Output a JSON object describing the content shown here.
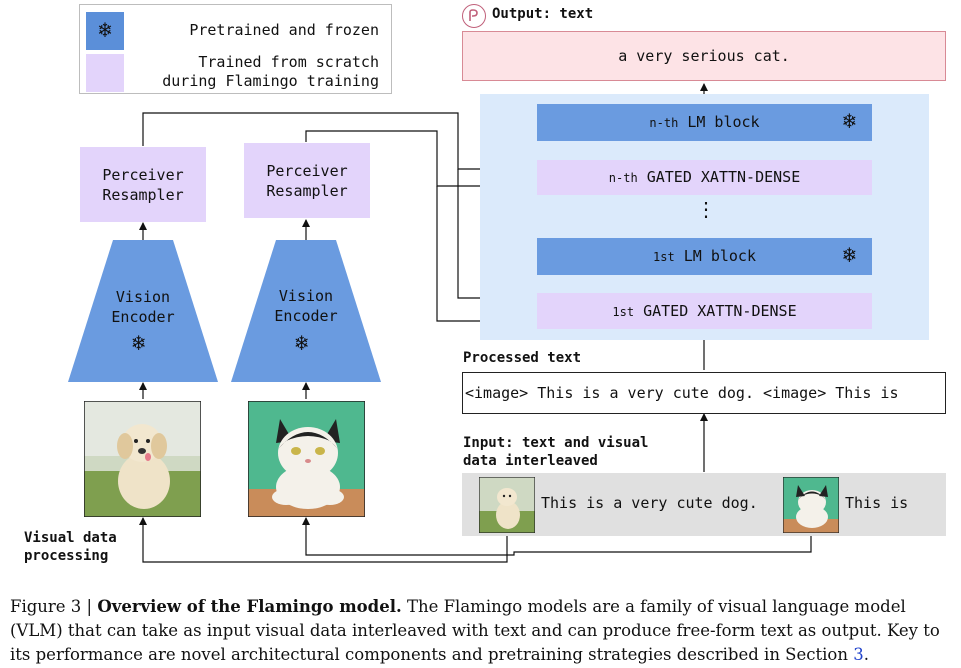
{
  "legend": {
    "frozen_label": "Pretrained and frozen",
    "trained_label": "Trained from scratch\nduring Flamingo training"
  },
  "output": {
    "label": "Output: text",
    "text": "a very serious cat."
  },
  "lm_stack": {
    "nth_lm_prefix": "n-th",
    "nth_lm_label": "LM block",
    "nth_xattn_prefix": "n-th",
    "nth_xattn_label": "GATED XATTN-DENSE",
    "first_lm_prefix": "1st",
    "first_lm_label": "LM block",
    "first_xattn_prefix": "1st",
    "first_xattn_label": "GATED XATTN-DENSE",
    "ellipsis": "⋮"
  },
  "vision": {
    "perceiver_label": "Perceiver\nResampler",
    "encoder_label": "Vision\nEncoder",
    "processing_label": "Visual data\nprocessing"
  },
  "processed_text": {
    "label": "Processed text",
    "text": "<image> This is a very cute dog. <image> This is"
  },
  "input": {
    "label": "Input: text and visual\ndata interleaved",
    "text_1": "This is a very cute dog.",
    "text_2": "This is"
  },
  "caption": {
    "prefix": "Figure 3 | ",
    "title": "Overview of the Flamingo model.",
    "body": " The Flamingo models are a family of visual language model (VLM) that can take as input visual data interleaved with text and can produce free-form text as output. Key to its performance are novel architectural components and pretraining strategies described in Section ",
    "section_ref": "3",
    "suffix": "."
  },
  "icons": {
    "frozen": "snowflake-icon",
    "flamingo": "flamingo-logo-icon"
  },
  "colors": {
    "frozen_blue": "#6a9be0",
    "trained_purple": "#e3d4fb",
    "output_pink": "#fde3e6",
    "lm_region": "#dbeafb",
    "input_gray": "#e0e0e0"
  }
}
